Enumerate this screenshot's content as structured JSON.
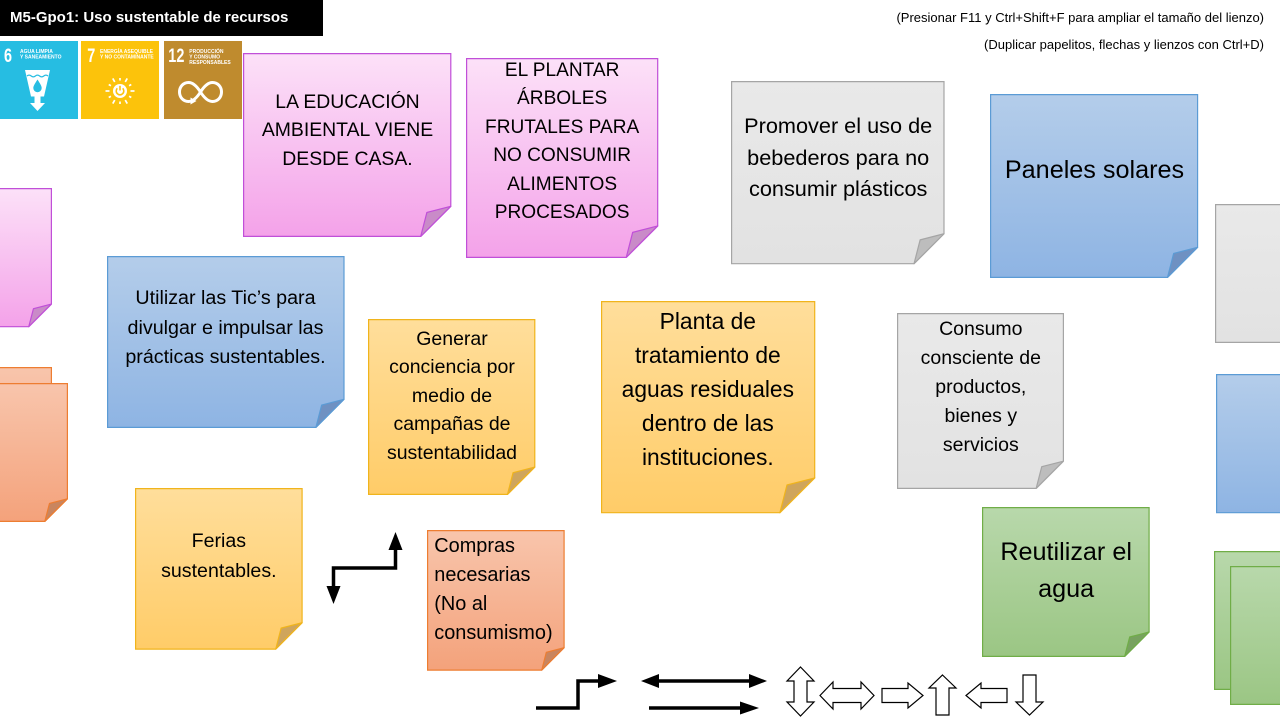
{
  "header": {
    "title": "M5-Gpo1: Uso sustentable de recursos",
    "instructions": [
      "(Presionar F11 y Ctrl+Shift+F para ampliar el tamaño del lienzo)",
      "(Duplicar papelitos, flechas y lienzos con Ctrl+D)"
    ]
  },
  "sdg_goals": [
    {
      "number": "6",
      "label": [
        "AGUA LIMPIA",
        "Y SANEAMIENTO"
      ],
      "icon": "water-glass-icon",
      "color": "#26BDE2"
    },
    {
      "number": "7",
      "label": [
        "ENERGÍA ASEQUIBLE",
        "Y NO CONTAMINANTE"
      ],
      "icon": "sun-power-icon",
      "color": "#FCC30B"
    },
    {
      "number": "12",
      "label": [
        "PRODUCCIÓN",
        "Y CONSUMO",
        "RESPONSABLES"
      ],
      "icon": "infinity-loop-icon",
      "color": "#BF8B2E"
    }
  ],
  "note_palette": {
    "pink": {
      "top": "#FCE1F8",
      "bottom": "#F4A2E9",
      "border": "#C04FD8",
      "fold": "#C98BC8"
    },
    "blue": {
      "top": "#B4CDEA",
      "bottom": "#8EB4E3",
      "border": "#5B9BD5",
      "fold": "#6F91C2"
    },
    "gray": {
      "top": "#E9E9E9",
      "bottom": "#E2E2E2",
      "border": "#A5A5A5",
      "fold": "#BDBDBD"
    },
    "yellow": {
      "top": "#FFDE9B",
      "bottom": "#FFCC68",
      "border": "#F0B41C",
      "fold": "#CFA55C"
    },
    "salmon": {
      "top": "#F8C5AC",
      "bottom": "#F4A27B",
      "border": "#ED7D31",
      "fold": "#C9855F"
    },
    "green": {
      "top": "#B8D8AB",
      "bottom": "#9BC684",
      "border": "#70AD47",
      "fold": "#77A25F"
    }
  },
  "notes": [
    {
      "text": "LA EDUCACIÓN\nAMBIENTAL VIENE\nDESDE CASA.",
      "color": "pink"
    },
    {
      "text": "EL PLANTAR\nÁRBOLES\nFRUTALES PARA\nNO CONSUMIR\nALIMENTOS\nPROCESADOS",
      "color": "pink"
    },
    {
      "text": "Promover el uso de\nbebederos para no\nconsumir plásticos",
      "color": "gray"
    },
    {
      "text": "Paneles solares",
      "color": "blue"
    },
    {
      "text": "Utilizar las Tic’s para\ndivulgar e impulsar las\nprácticas sustentables.",
      "color": "blue"
    },
    {
      "text": "Generar\nconciencia por\nmedio de\ncampañas de\nsustentabilidad",
      "color": "yellow"
    },
    {
      "text": "Planta de\ntratamiento de\naguas residuales\ndentro de las\ninstituciones.",
      "color": "yellow"
    },
    {
      "text": "Consumo\nconsciente de\nproductos,\nbienes y\nservicios",
      "color": "gray"
    },
    {
      "text": "Ferias\nsustentables.",
      "color": "yellow"
    },
    {
      "text": "Compras\nnecesarias\n(No al\nconsumismo)",
      "color": "salmon"
    },
    {
      "text": "Reutilizar el\nagua",
      "color": "green"
    }
  ],
  "blank_notes": [
    {
      "color": "pink"
    },
    {
      "color": "salmon"
    },
    {
      "color": "salmon"
    },
    {
      "color": "gray"
    },
    {
      "color": "blue"
    },
    {
      "color": "green"
    },
    {
      "color": "green"
    }
  ],
  "arrows": [
    {
      "kind": "elbow-double-arrow",
      "style": "line"
    },
    {
      "kind": "elbow-right-arrow",
      "style": "line"
    },
    {
      "kind": "left-right-arrow",
      "style": "line"
    },
    {
      "kind": "right-arrow",
      "style": "line"
    },
    {
      "kind": "up-down-block-arrow",
      "style": "outline"
    },
    {
      "kind": "left-right-block-arrow",
      "style": "outline"
    },
    {
      "kind": "right-block-arrow",
      "style": "outline"
    },
    {
      "kind": "up-block-arrow",
      "style": "outline"
    },
    {
      "kind": "left-block-arrow",
      "style": "outline"
    },
    {
      "kind": "down-block-arrow",
      "style": "outline"
    }
  ]
}
